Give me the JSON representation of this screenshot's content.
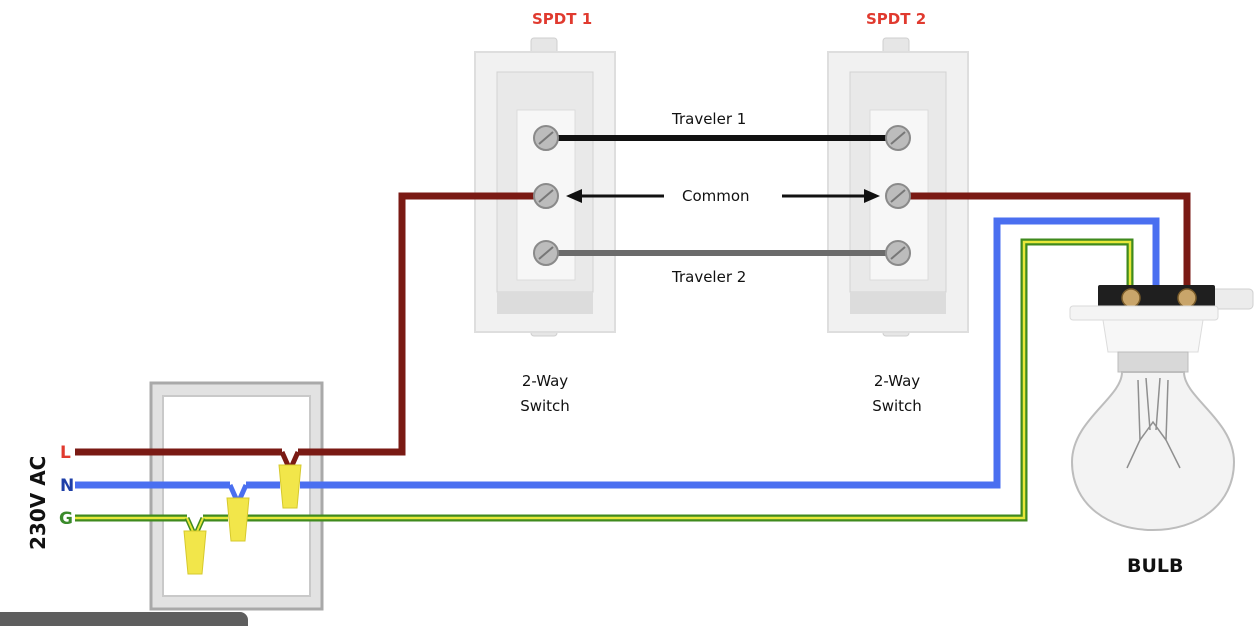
{
  "switches": [
    {
      "title": "SPDT 1",
      "caption_line1": "2-Way",
      "caption_line2": "Switch"
    },
    {
      "title": "SPDT 2",
      "caption_line1": "2-Way",
      "caption_line2": "Switch"
    }
  ],
  "wires": {
    "traveler1": "Traveler 1",
    "traveler2": "Traveler 2",
    "common": "Common"
  },
  "supply": {
    "voltage": "230V AC",
    "line": "L",
    "neutral": "N",
    "ground": "G"
  },
  "load": {
    "label": "BULB"
  },
  "colors": {
    "line": "#7a1a14",
    "neutral": "#4a6ff0",
    "ground_outer": "#3f8a1e",
    "ground_inner": "#e8e83a",
    "traveler1": "#111111",
    "traveler2": "#6b6b6b",
    "label_red": "#e03a2f",
    "label_blue": "#1e3fa8",
    "label_green": "#3a8a2a"
  }
}
